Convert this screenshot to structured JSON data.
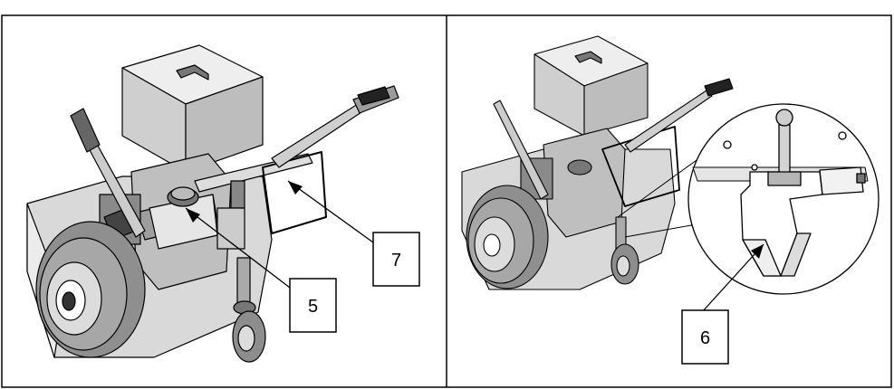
{
  "panels": [
    {
      "callouts": [
        {
          "number": "5"
        },
        {
          "number": "7"
        }
      ]
    },
    {
      "callouts": [
        {
          "number": "6"
        }
      ]
    }
  ],
  "colors": {
    "line": "#000000",
    "shade": "#c8c8c8",
    "dark": "#555555",
    "paper": "#ffffff"
  }
}
